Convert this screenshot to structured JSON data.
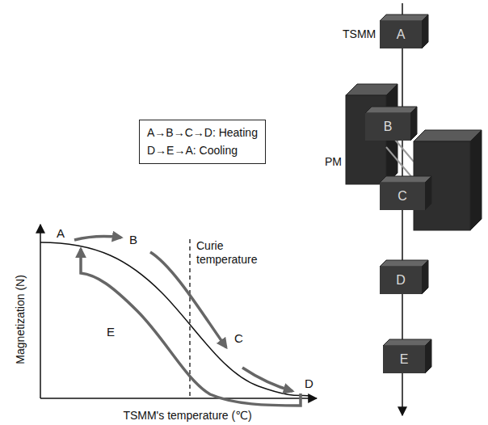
{
  "diagram": {
    "nodes": [
      {
        "text": [
          "A→B→C→D: Heating",
          "D→E→A: Cooling"
        ]
      },
      {
        "text": [
          "A"
        ]
      },
      {
        "text": [
          "B"
        ]
      },
      {
        "text": [
          "C"
        ]
      },
      {
        "text": [
          "D"
        ]
      },
      {
        "text": [
          "E"
        ]
      }
    ],
    "labels": [
      "A",
      "B",
      "C",
      "D",
      "E",
      "Curie temperature",
      "Magnetization (N)",
      "TSMM's temperature (℃)",
      "TSMM",
      "PM"
    ]
  }
}
